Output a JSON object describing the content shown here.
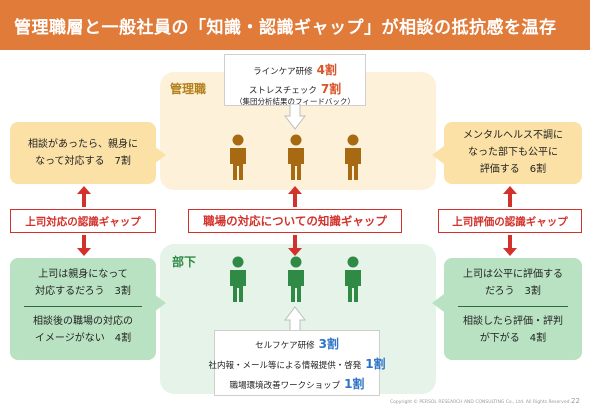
{
  "title": "管理職層と一般社員の「知識・認識ギャップ」が相談の抵抗感を温存",
  "zones": {
    "manager": "管理職",
    "subordinate": "部下"
  },
  "top_box": {
    "line1": "ラインケア研修",
    "line1_pct": "4割",
    "line2": "ストレスチェック",
    "line2_pct": "7割",
    "line3": "（集団分析結果のフィードバック）"
  },
  "bottom_box": {
    "line1": "セルフケア研修",
    "line1_pct": "3割",
    "line2": "社内報・メール等による情報提供・啓発",
    "line2_pct": "1割",
    "line3": "職場環境改善ワークショップ",
    "line3_pct": "1割"
  },
  "left_top": {
    "line1": "相談があったら、親身に",
    "line2": "なって対応する　7割"
  },
  "right_top": {
    "line1": "メンタルヘルス不調に",
    "line2": "なった部下も公平に",
    "line3": "評価する　6割"
  },
  "left_bottom": {
    "a1": "上司は親身になって",
    "a2": "対応するだろう　3割",
    "b1": "相談後の職場の対応の",
    "b2": "イメージがない　4割"
  },
  "right_bottom": {
    "a1": "上司は公平に評価する",
    "a2": "だろう　3割",
    "b1": "相談したら評価・評判",
    "b2": "が下がる　4割"
  },
  "gaps": {
    "left": "上司対応の認識ギャップ",
    "center": "職場の対応についての知識ギャップ",
    "right": "上司評価の認識ギャップ"
  },
  "footer": "Copyright © PERSOL RESEARCH AND CONSULTING Co., Ltd. All Rights Reserved.",
  "page_number": "22",
  "colors": {
    "title_bg": "#e07b3a",
    "manager_figure": "#a76a12",
    "subordinate_figure": "#2f8a45",
    "gap_red": "#d3312b",
    "pct_orange": "#d8542a",
    "pct_blue": "#2e73c7"
  }
}
